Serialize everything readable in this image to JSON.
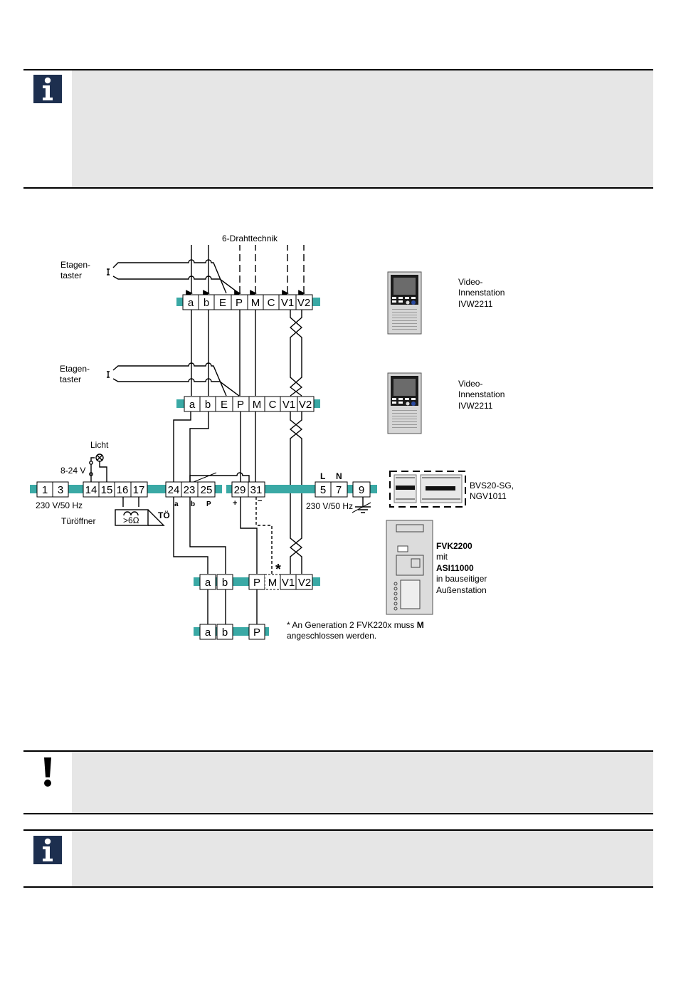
{
  "diagram": {
    "top_label": "6-Drahttechnik",
    "floor_button_label_1": "Etagen-",
    "floor_button_label_2": "taster",
    "station_terminals": [
      "a",
      "b",
      "E",
      "P",
      "M",
      "C",
      "V1",
      "V2"
    ],
    "indoor_station": {
      "line1": "Video-",
      "line2": "Innenstation",
      "line3": "IVW2211"
    },
    "light_label": "Licht",
    "voltage_ac": "8-24 V",
    "mains_left": "230 V/50 Hz",
    "door_opener_label": "Türöffner",
    "door_opener_resistance": ">6Ω",
    "to_label": "TÖ",
    "power_terminals": [
      "1",
      "3",
      "14",
      "15",
      "16",
      "17",
      "24",
      "23",
      "25",
      "29",
      "31",
      "5",
      "7",
      "9"
    ],
    "sub_labels": {
      "a": "a",
      "b": "b",
      "P": "P",
      "plus": "+",
      "minus": "−"
    },
    "L": "L",
    "N": "N",
    "mains_right": "230 V/50 Hz",
    "power_supply": {
      "line1": "BVS20-SG,",
      "line2": "NGV1011"
    },
    "outdoor_terminals": [
      "a",
      "b",
      "P",
      "M",
      "V1",
      "V2"
    ],
    "asterisk": "*",
    "bottom_terminals": [
      "a",
      "b",
      "P"
    ],
    "outdoor_station": {
      "line1": "FVK2200",
      "line2": "mit",
      "line3": "ASI11000",
      "line4": "in bauseitiger",
      "line5": "Außenstation"
    },
    "footnote": {
      "line1_pre": "* An Generation 2 FVK220x muss ",
      "line1_bold": "M",
      "line2": "angeschlossen werden."
    }
  },
  "colors": {
    "rail": "#3aa9a5",
    "icon_bg": "#1d2f4f",
    "shade": "#e6e6e6"
  },
  "icons": [
    "info-icon",
    "warning-exclamation-icon",
    "info-icon"
  ]
}
